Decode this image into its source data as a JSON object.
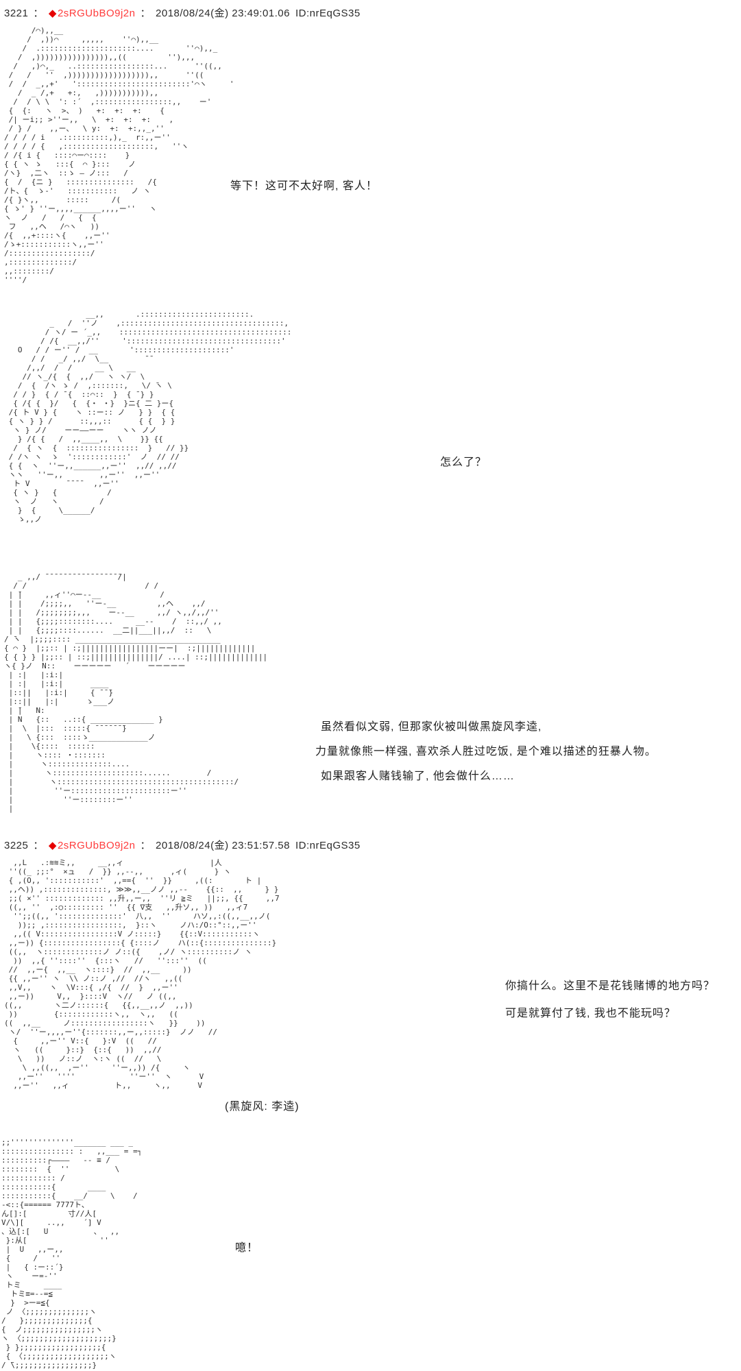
{
  "colors": {
    "background": "#ffffff",
    "tripcode_red": "#ff3b3b",
    "diamond_red": "#e60000",
    "text": "#262626"
  },
  "posts": [
    {
      "number": "3221",
      "sep": "：",
      "diamond": "◆",
      "tripname": "2sRGUbBO9j2n",
      "datetime": "2018/08/24(金) 23:49:01.06",
      "poster_id": "ID:nrEqGS35"
    },
    {
      "number": "3225",
      "sep": "：",
      "diamond": "◆",
      "tripname": "2sRGUbBO9j2n",
      "datetime": "2018/08/24(金) 23:51:57.58",
      "poster_id": "ID:nrEqGS35"
    }
  ],
  "speeches": {
    "s1": "等下！这可不太好啊, 客人！",
    "s2": "怎么了？",
    "s3a": "虽然看似文弱, 但那家伙被叫做黑旋风李逵,",
    "s3b": "力量就像熊一样强, 喜欢杀人胜过吃饭, 是个难以描述的狂暴人物。",
    "s3c": "如果跟客人赌钱输了, 他会做什么……",
    "s4a": "你搞什么。这里不是花钱赌博的地方吗？",
    "s4b": "可是就算付了钱, 我也不能玩吗？",
    "caption": "(黑旋风: 李逵)",
    "s5": "噫！"
  },
  "ascii_art": {
    "block1": [
      "      /⌒),,__",
      "     /  ,))⌒     ,,,,,    ''⌒),,__",
      "    /  .:::::::::::::::::::::....       ''⌒),,_",
      "   /  ,)))))))))))))))),,((         ''),,,",
      "  /   ,)⌒,_   ..:::::::::::::::::...      ''((,,",
      " /   /   ''  ,)))))))))))))))))),,      ''((",
      " /  /  _,,+'   ':::::::::::::::::::::::::'⌒ヽ     '",
      "   /  _ /,+   +:,   ,))))))))))),,",
      "  /  / \\ \\  ': :´  ,:::::::::::::::::,,    ー'",
      " {  {:   ヽ  >、 )   +:  +:  +:    {",
      " /| ーi;; >''ー,,   \\  +:  +:  +:    ,",
      " / } /    ,,ー、  \\ y:  +:  +:,,_,''",
      "/ / / / i   .::::::::::,),_  r:,,ー''",
      "/ / / / {   ,::::::::::::::::::::,   ''ヽ",
      "/ /{ i {   ::::⌒ー⌒::::    }",
      "{ { ヽ ゝ   :::{  ⌒ }:::    ノ",
      "/ヽ}  ,二ヽ  ::ゝ ― ノ:::   /",
      "{  /  {ニ }   :::::::::::::::   /{",
      "/ト、{  ゝ-'   :::::::::::   ノ ヽ",
      "/{ }ヽ,,      :::::     /(",
      "{ ゝ' } ''ー,,,,______,,,,ー''   ヽ",
      "ヽ  ノ   /   /   {  {",
      " フ   ,,ヘ   /⌒ヽ   ))",
      "/{  ,,+::::ヽ{    ,,ー''",
      "/ゝ+:::::::::::ヽ,,ー''",
      "/::::::::::::::::::/",
      ",::::::::::::::/",
      ",,::::::::/",
      "''''/"
    ],
    "block2": [
      "                  __,,       .::::::::::::::::::::::::.",
      "          _   /  ''ノ    ,::::::::::::::::::::::::::::::::::::,",
      "         / ヽ/ ー ´_,,    ::::::::::::::::::::::::::::::::::::::",
      "        / /{  __,,/''     '::::::::::::::::::::::::::::::::::'",
      "   O   / / ー'' /  __       ':::::::::::::::::::::'",
      "      / /   _/ ,,/  \\__        ̄ ̄",
      "     /,,/  /  /     __ \\   __",
      "    // ヽ_/{  {  ,,/   ヽ ヽ/  \\",
      "   /  {  /ヽ ゝ /  ,:::::::,   \\/ ̄ヽ \\",
      "  / / }  { / ̄ {  ::⌒::  }  { ̄ } }",
      "  { /{ {  }/   {  {・ ・}  }ニ{ 二 }ー{",
      " /{ ト V } {    ヽ ::ー:: ノ   } }  { {",
      " { ヽ } } /      ::,,,::      { {  } }",
      "  ヽ } ノ/    ーー――ーー    ヽヽ ノノ",
      "   } /{ {   /  ,,____,,  \\    }} {{",
      "  /  { ヽ  {  ::::::::::::::::  }   // }}",
      " / /ヽ ヽ  ゝ  '::::::::::::'  ノ  // //",
      " { {  ヽ  ''ー,,______,,ー''  ,,// ,,//",
      " ヽヽ   ''ー,,        ,,ー''  ,,ー''",
      "  ト V        ̄ ̄ ̄ ̄   ,,ー''",
      "  { ヽ }   {           /",
      "  ヽ  ノ   ヽ         /",
      "   }  {     \\______/",
      "   ゝ,,ノ"
    ],
    "block3": [
      "   _ ,,/ ̄ ̄ ̄ ̄ ̄ ̄ ̄ ̄ ̄ ̄ ̄ ̄ ̄ ̄ ̄ ̄ ̄/|",
      "  / /                          / /",
      " | ̄|     ,,ィ''⌒ー--__             /",
      " | |    /;;;;,,   ''ー-__         ,,ヘ    ,,/",
      " | |   /;;;;;;;;,,,    ー--__     ,,/ ヽ,,/,,/''",
      " | |   {;;;;::::::::....     __--    /  ::,,/ ,,",
      " | |   {;;;;::::......  __二||___||,,/  ::   \\",
      "/ ̄ヽ  |;;;;:::: ________________________________",
      "{ ⌒ }  |;;:: | :;|||||||||||||||||ーー|  :;|||||||||||||",
      "{ { } } |;;:: | ::;|||||||||||||||/ ....| ::;|||||||||||||",
      "ヽ{ }ノ  N::    ーーーーー   ´    ーーーーー",
      " | :|   |:i:|",
      " | :|   |:i:|      ____",
      " |::||   |:i:|     { ̄ ̄ ̄}",
      " |::||   |:|      ゝ___ノ",
      " | ̄|   N:",
      " | N   {::   ..::{ ______________ }",
      " |  \\  |:::  :::::{ ̄ ̄ ̄ ̄ ̄ ̄ ̄}",
      " |   \\ {:::  ::::ゝ_____________ノ",
      " |    \\{::::  ::::::",
      " |     ヽ:::: ・:::::::",
      " |      ヽ::::::::::::::....",
      " |       ヽ::::::::::::::::::::......        /",
      " |        ヽ:::::::::::::::::::::::::::::::::::::::/",
      " |         ''ー::::::::::::::::::::::ー''",
      " |           ''ー::::::::ー''",
      " |"
    ],
    "block4": [
      "  ,,L   .:≋≋ミ,,     __,,ィ                   |人",
      " ''((_ ;;:°  ×ュ   /  }} ,,--,,      ,ィ(      } ヽ",
      " { ,(O,, ':::::::::::'  ,,=={  ''  }}     ,((:       ト |",
      " ,,ヘ)) ,::::::::::::::, ≫≫,,__ノノ ,,--    {{::  ,,     } }",
      " ;;( ×'' ::::::::::::: ,,升,,ー,,  ''リ ≧ミ   ||;;, {{     ,,7",
      " ((,, ''  ,:○::::::::: ''  {{ ∇支   ,,升ソ,, ))   ,,ィ7",
      "  '';;((,, '::::::::::::::'  八,,  ''     ハソ,,:((,,__,,ノ(",
      "   ));; ,:::::::::::::::::,  }::ヽ     ノハ:/O::°::,,ー''",
      "  ,,(( V:::::::::::::::::V ノ:::::}    {{::V:::::::::::ヽ",
      " ,,ー)) {:::::::::::::::::{ {::::ノ    ハ(::{:::::::::::::::}",
      " ((,,  ヽ:::::::::::::ノ ノ::({    ,ノ/ ヽ::::::::::ノ ヽ",
      "  ))  ,,{ ''::::''  {:::ヽ   //   '':::''  ((",
      " //  ,,ー{  ,,__  ヽ::::}  //  ,,__     ))",
      " {{ ,,ー'' ヽ  \\\\ ノ::ノ ,//  //ヽ   ,,((",
      " ,,V,,    ヽ  \\V:::{ ,/{  //  }  ,,ー''",
      " ,,ー))     V,,  }::::V  ヽ//   ノ ((,,",
      "((,,       ヽ二ノ::::::{   {{,,__,,ノ  ,,))",
      " ))        {::::::::::::ヽ,,  ヽ,,   ((",
      "((  ,,__     ノ:::::::::::::::::ヽ   }}    ))",
      " ヽ/  ''ー,,,,ー''{:::::::,,ー,,:::::}  ノノ   //",
      "  {     ,,ー'' V::{   }:V  ((   //",
      "  ヽ   ((     }::}  {::{   ))  ,,//",
      "   \\   ))   ノ::ノ  ヽ:ヽ ((  //   \\",
      "    \\ ,,((,,  ,ー''     ''ー,,)) /{     ヽ",
      "   ,,ー''   ''''            ''ー''  ヽ      V",
      "  ,,ー''   ,,ィ          ト,,     ヽ,,      V"
    ],
    "block5": [
      ";;''''''''''''''_______ ___ _",
      ":::::::::::::::: :   ,,___ = =┐",
      "::::::::::┌――――   ‐‐ ≡ /",
      "::::::::  {  ''          \\",
      ":::::::::::: /",
      ":::::::::::{       ____",
      ":::::::::::{    __/     \\    /",
      "‐<::{====== 7777ト、",
      "ん[]:[         寸//人[",
      "V/\\][     ..,,    ´] V",
      "、込[:[   U          、  ,,",
      " }:从[                ''",
      " |  U   ,,ー,,",
      " {     /   ''",
      " |   { :ー::´}",
      " ヽ    ー=-''",
      " トミ     ____",
      "  トミ≡=--=≦",
      "  }  >ー=≦{",
      " ノ 〈;;;;;;;;;;;;;;ヽ",
      "/   };;;;;;;;;;;;;;{",
      "{  ノ;;;;;;;;;;;;;;;;ヽ",
      "ヽ 〈;;;;;;;;;;;;;;;;;;;;}",
      " } };;;;;;;;;;;;;;;;;;{",
      " { 〈;;;;;;;;;;;;;;;;;;;ヽ",
      "/ ̄\\;;;;;;;;;;;;;;;;;}"
    ]
  }
}
